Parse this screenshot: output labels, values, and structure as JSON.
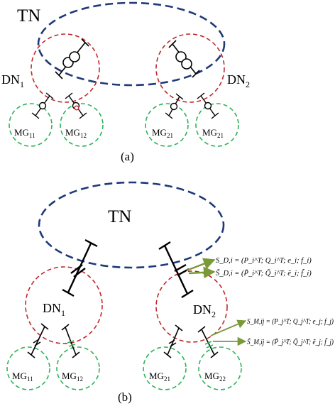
{
  "panel_a": {
    "caption": "(a)",
    "transmission_network": "TN",
    "distribution_networks": [
      {
        "main": "DN",
        "sub": "1"
      },
      {
        "main": "DN",
        "sub": "2"
      }
    ],
    "microgrids": [
      {
        "main": "MG",
        "sub": "11"
      },
      {
        "main": "MG",
        "sub": "12"
      },
      {
        "main": "MG",
        "sub": "21"
      },
      {
        "main": "MG",
        "sub": "21"
      }
    ]
  },
  "panel_b": {
    "caption": "(b)",
    "transmission_network": "TN",
    "distribution_networks": [
      {
        "main": "DN",
        "sub": "1"
      },
      {
        "main": "DN",
        "sub": "2"
      }
    ],
    "microgrids": [
      {
        "main": "MG",
        "sub": "11"
      },
      {
        "main": "MG",
        "sub": "12"
      },
      {
        "main": "MG",
        "sub": "21"
      },
      {
        "main": "MG",
        "sub": "22"
      }
    ],
    "equations": {
      "s_d": "S_D,i = (P_i^T; Q_i^T; e_i; f_i)",
      "s_d_tilde": "S̃_D,i = (P̃_i^T; Q̃_i^T; ẽ_i; f̃_i)",
      "s_m": "S_M,ij = (P_j^T; Q_j^T; e_j; f_j)",
      "s_m_tilde": "S̃_M,ij = (P̃_j^T; Q̃_j^T; ẽ_j; f̃_j)"
    }
  },
  "colors": {
    "transmission": "#1f3a78",
    "distribution": "#c0282d",
    "microgrid": "#2fb35a",
    "arrow": "#7a9a3a"
  }
}
